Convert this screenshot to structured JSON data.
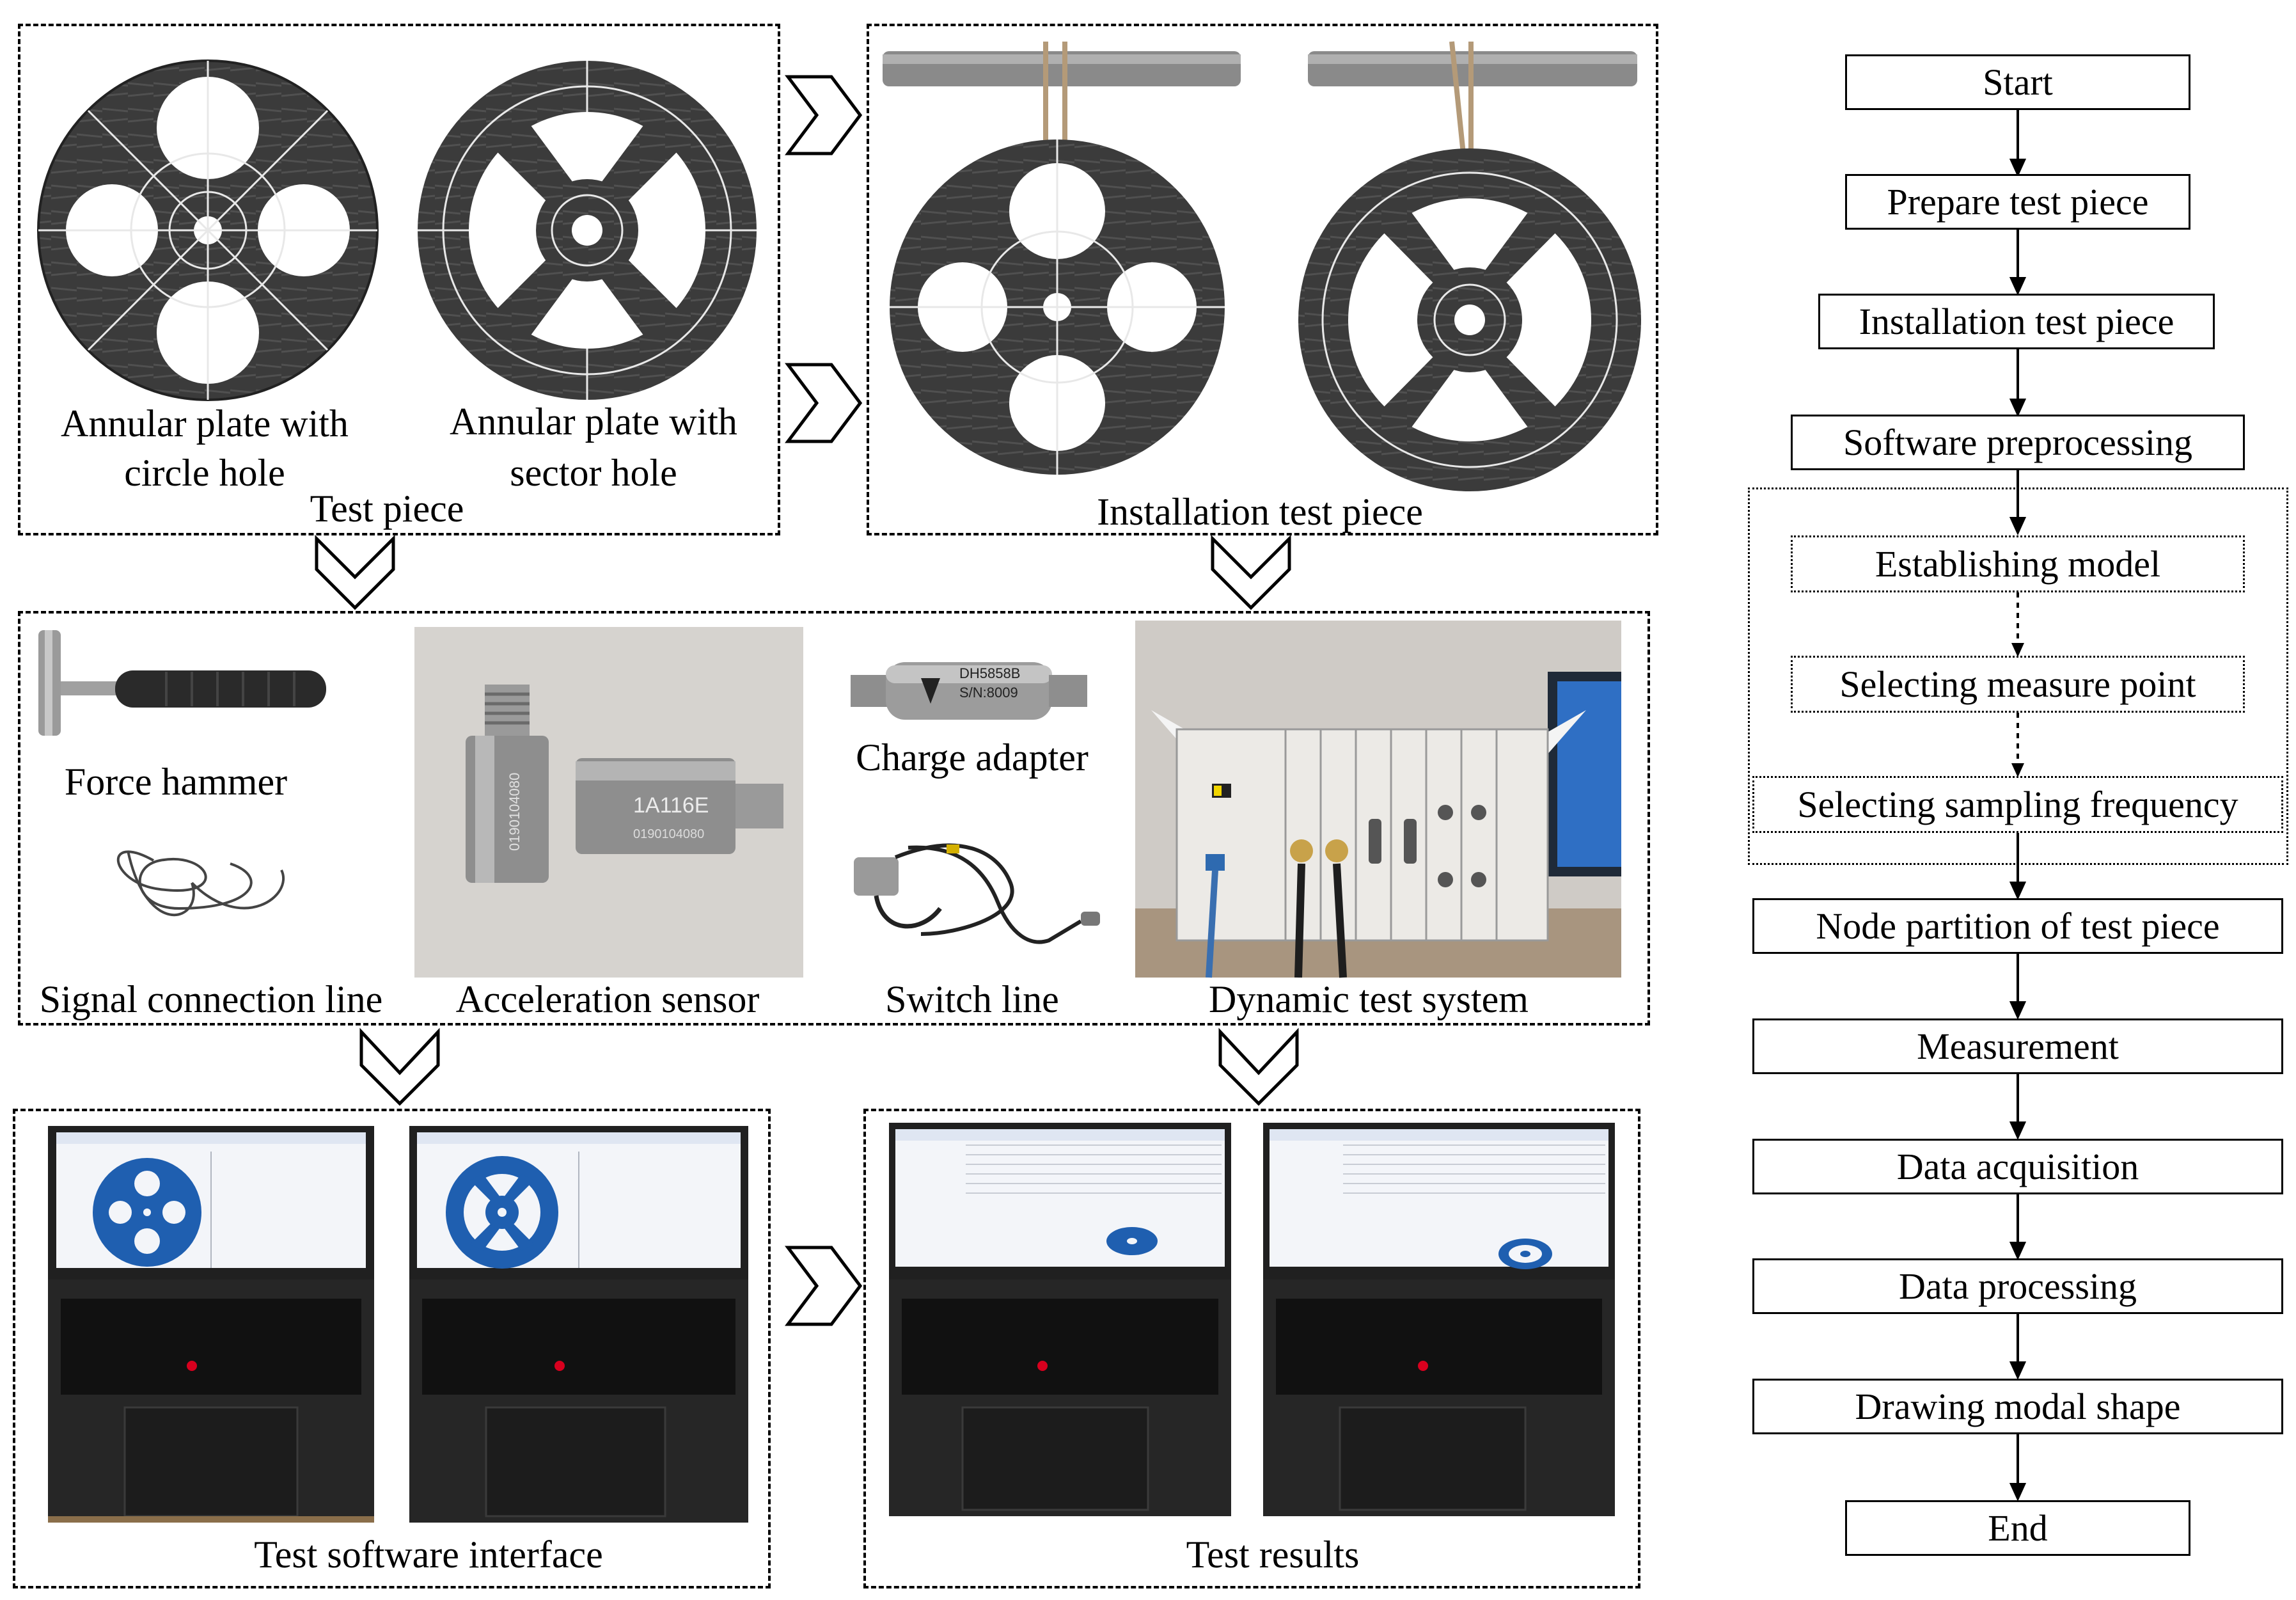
{
  "panels": {
    "test_piece": {
      "caption": "Test piece",
      "item1": {
        "line1": "Annular plate with",
        "line2": "circle hole"
      },
      "item2": {
        "line1": "Annular plate with",
        "line2": "sector hole"
      }
    },
    "installation": {
      "caption": "Installation test piece"
    },
    "equipment": {
      "force_hammer": "Force hammer",
      "signal_line": "Signal connection line",
      "acceleration_sensor": "Acceleration sensor",
      "charge_adapter": "Charge adapter",
      "switch_line": "Switch line",
      "dynamic_system": "Dynamic test system",
      "adapter_text": {
        "line1": "DH5858B",
        "line2": "S/N:8009"
      },
      "sensor_text": {
        "model": "1A116E",
        "serial1": "0190104080",
        "serial2": "0190104080"
      }
    },
    "software": {
      "caption": "Test software interface"
    },
    "results": {
      "caption": "Test  results"
    }
  },
  "flowchart": {
    "steps": [
      "Start",
      "Prepare test piece",
      "Installation test piece",
      "Software preprocessing",
      "Establishing model",
      "Selecting measure point",
      "Selecting sampling frequency",
      "Node partition of test piece",
      "Measurement",
      "Data acquisition",
      "Data processing",
      "Drawing  modal shape",
      "End"
    ]
  },
  "colors": {
    "plate": "#3a3a3a",
    "plate_blue": "#1f5fb0",
    "screen": "#f4f6fa",
    "keyboard": "#1b1b1b",
    "photo_bg": "#d9d6d2"
  }
}
